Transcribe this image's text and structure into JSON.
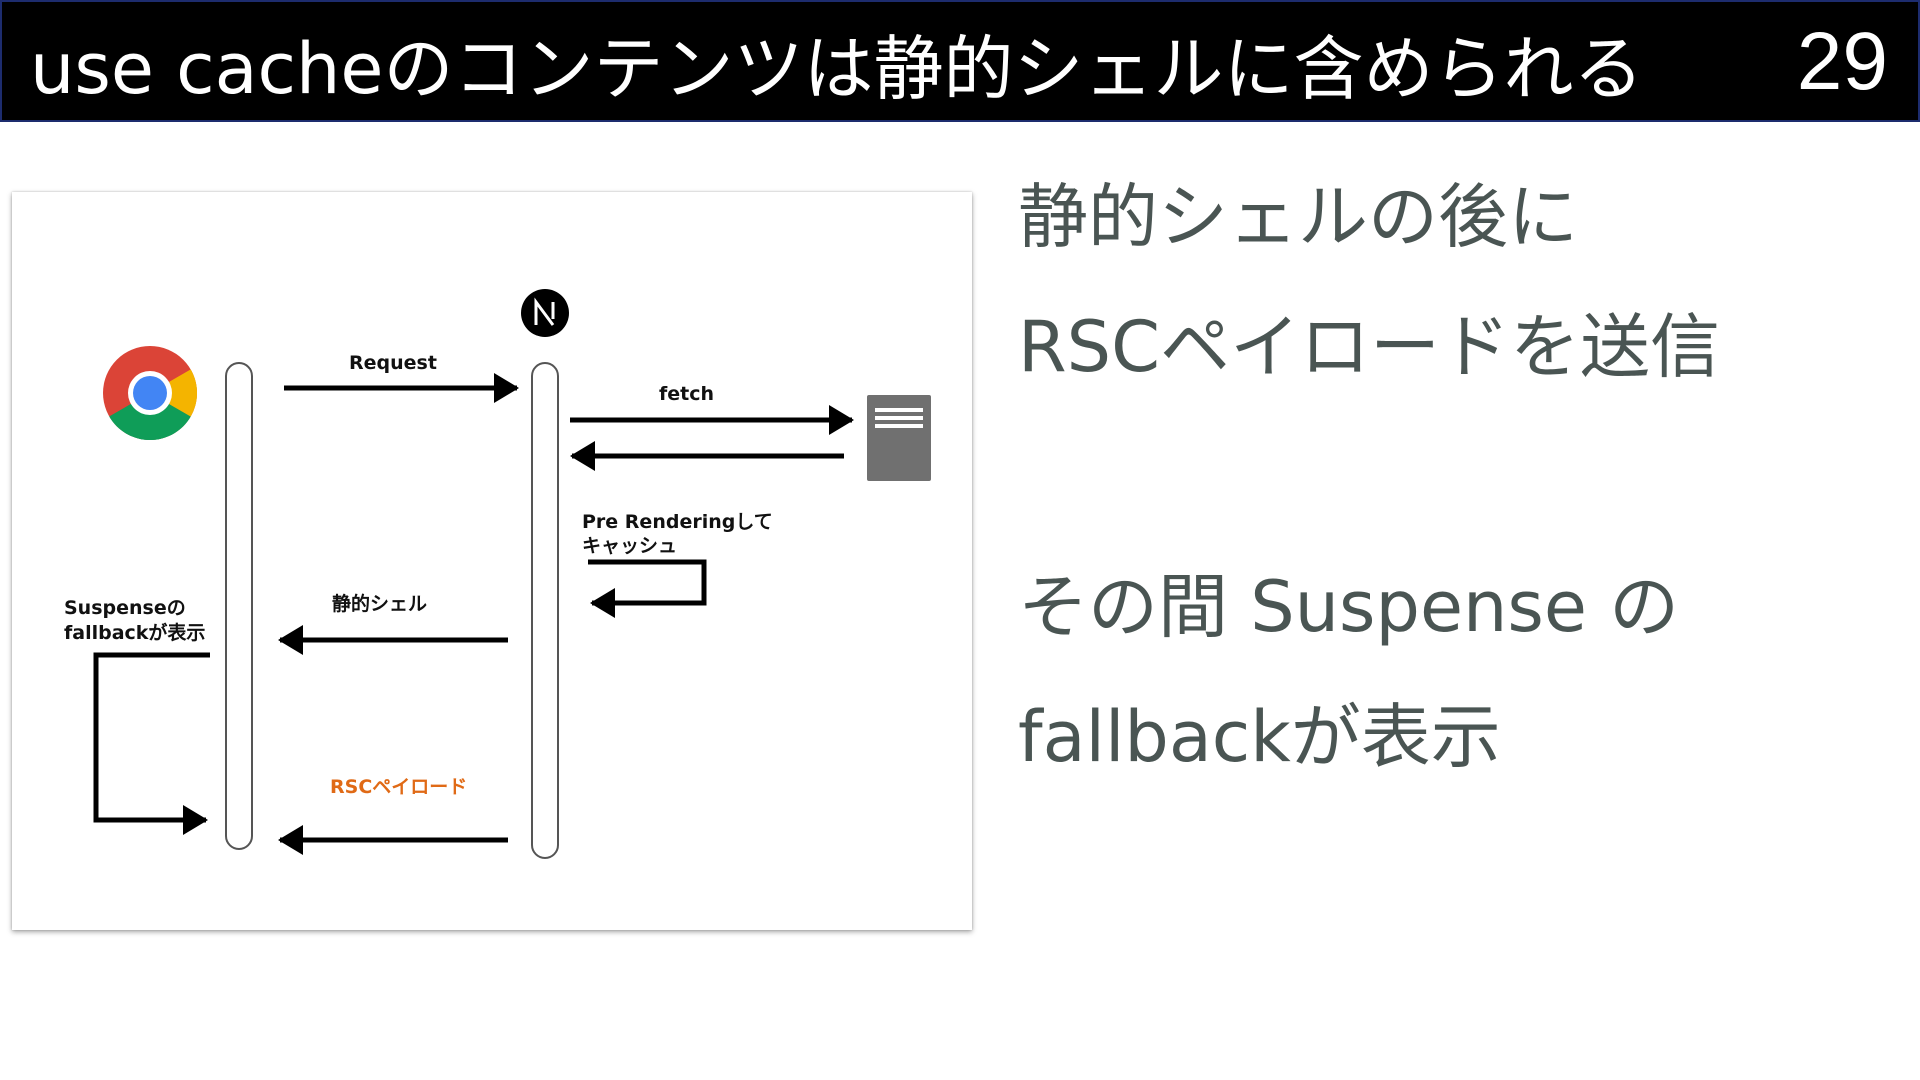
{
  "slide": {
    "title": "use cacheのコンテンツは静的シェルに含められる",
    "page_number": "29"
  },
  "diagram": {
    "browser_icon": "chrome-icon",
    "server_icon": "nextjs-icon",
    "datasource_icon": "document-server-icon",
    "labels": {
      "request": "Request",
      "fetch": "fetch",
      "prerender_line1": "Pre Renderingして",
      "prerender_line2": "キャッシュ",
      "static_shell": "静的シェル",
      "suspense_line1": "Suspenseの",
      "suspense_line2": "fallbackが表示",
      "rsc_payload": "RSCペイロード"
    },
    "colors": {
      "rsc_label": "#e06a16",
      "arrow": "#000000"
    }
  },
  "side": {
    "line1": "静的シェルの後に",
    "line2": "RSCペイロードを送信",
    "line3": "その間 Suspense の",
    "line4": "fallbackが表示"
  }
}
